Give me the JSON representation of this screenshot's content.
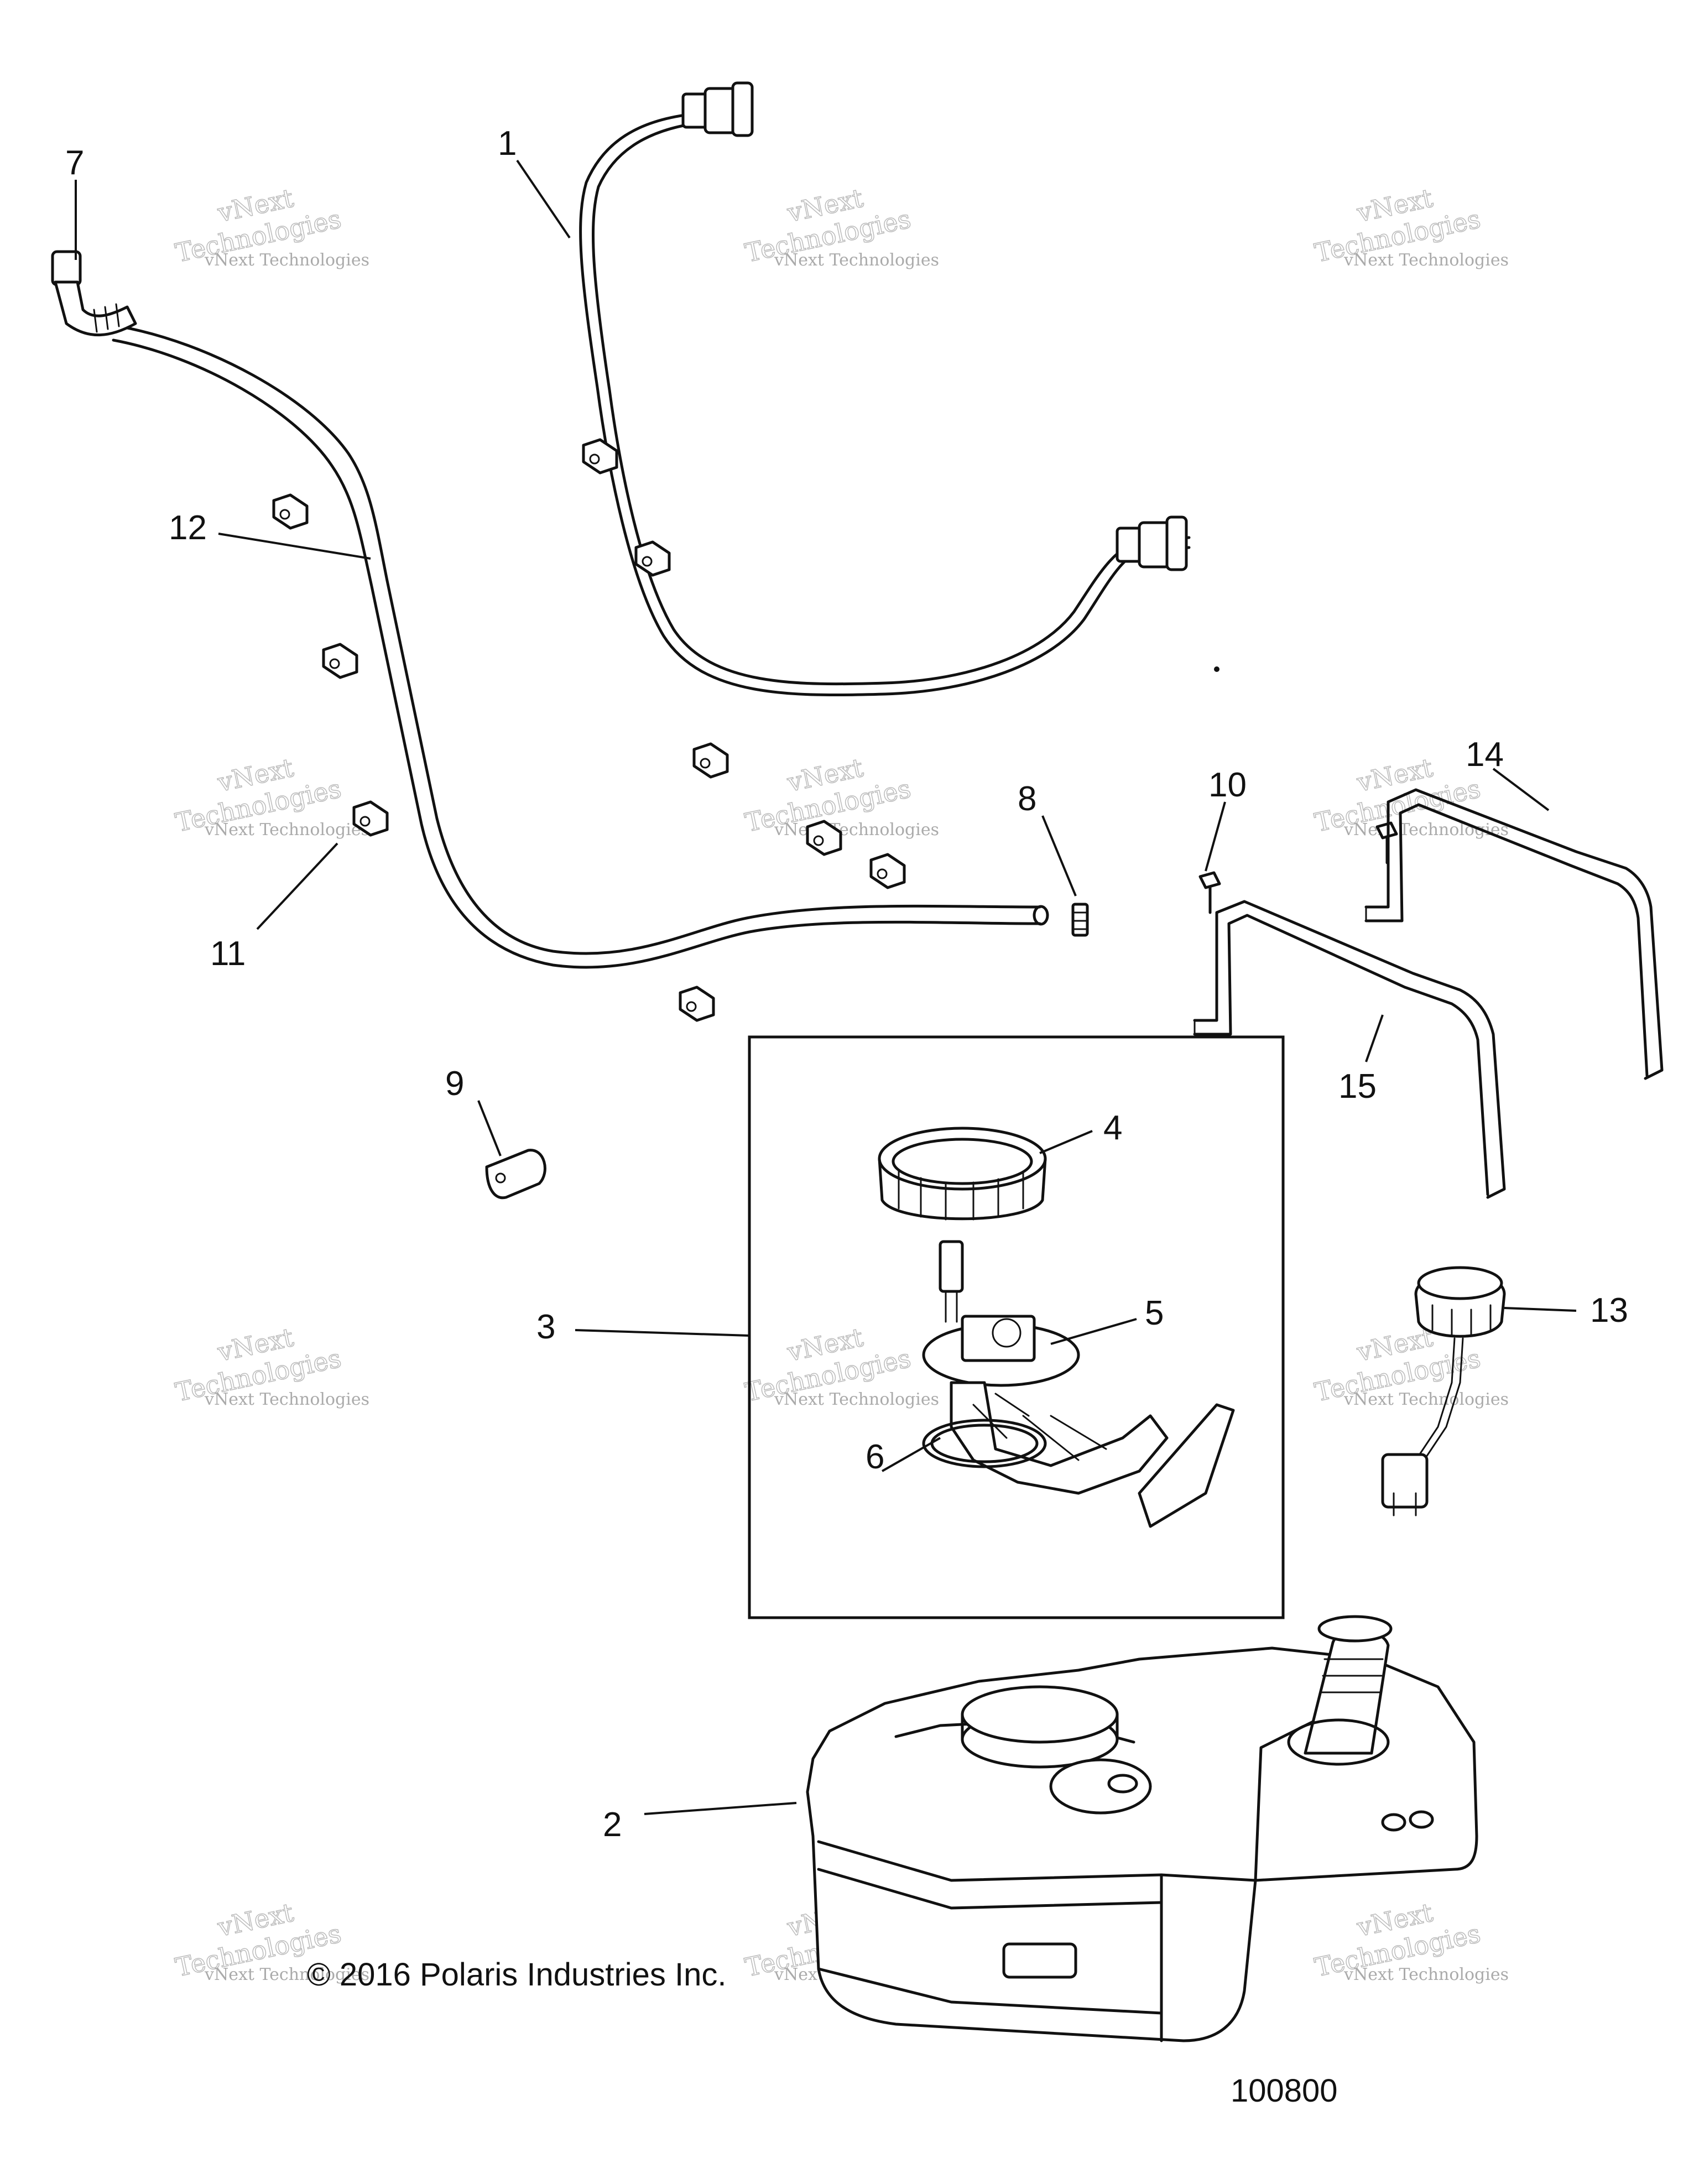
{
  "callouts": [
    "1",
    "2",
    "3",
    "4",
    "5",
    "6",
    "7",
    "8",
    "9",
    "10",
    "11",
    "12",
    "13",
    "14",
    "15"
  ],
  "watermark": {
    "line1": "vNext Technologies",
    "line2": "vNext",
    "line3": "Technologies"
  },
  "copyright": "© 2016 Polaris Industries Inc.",
  "part_number": "100800"
}
